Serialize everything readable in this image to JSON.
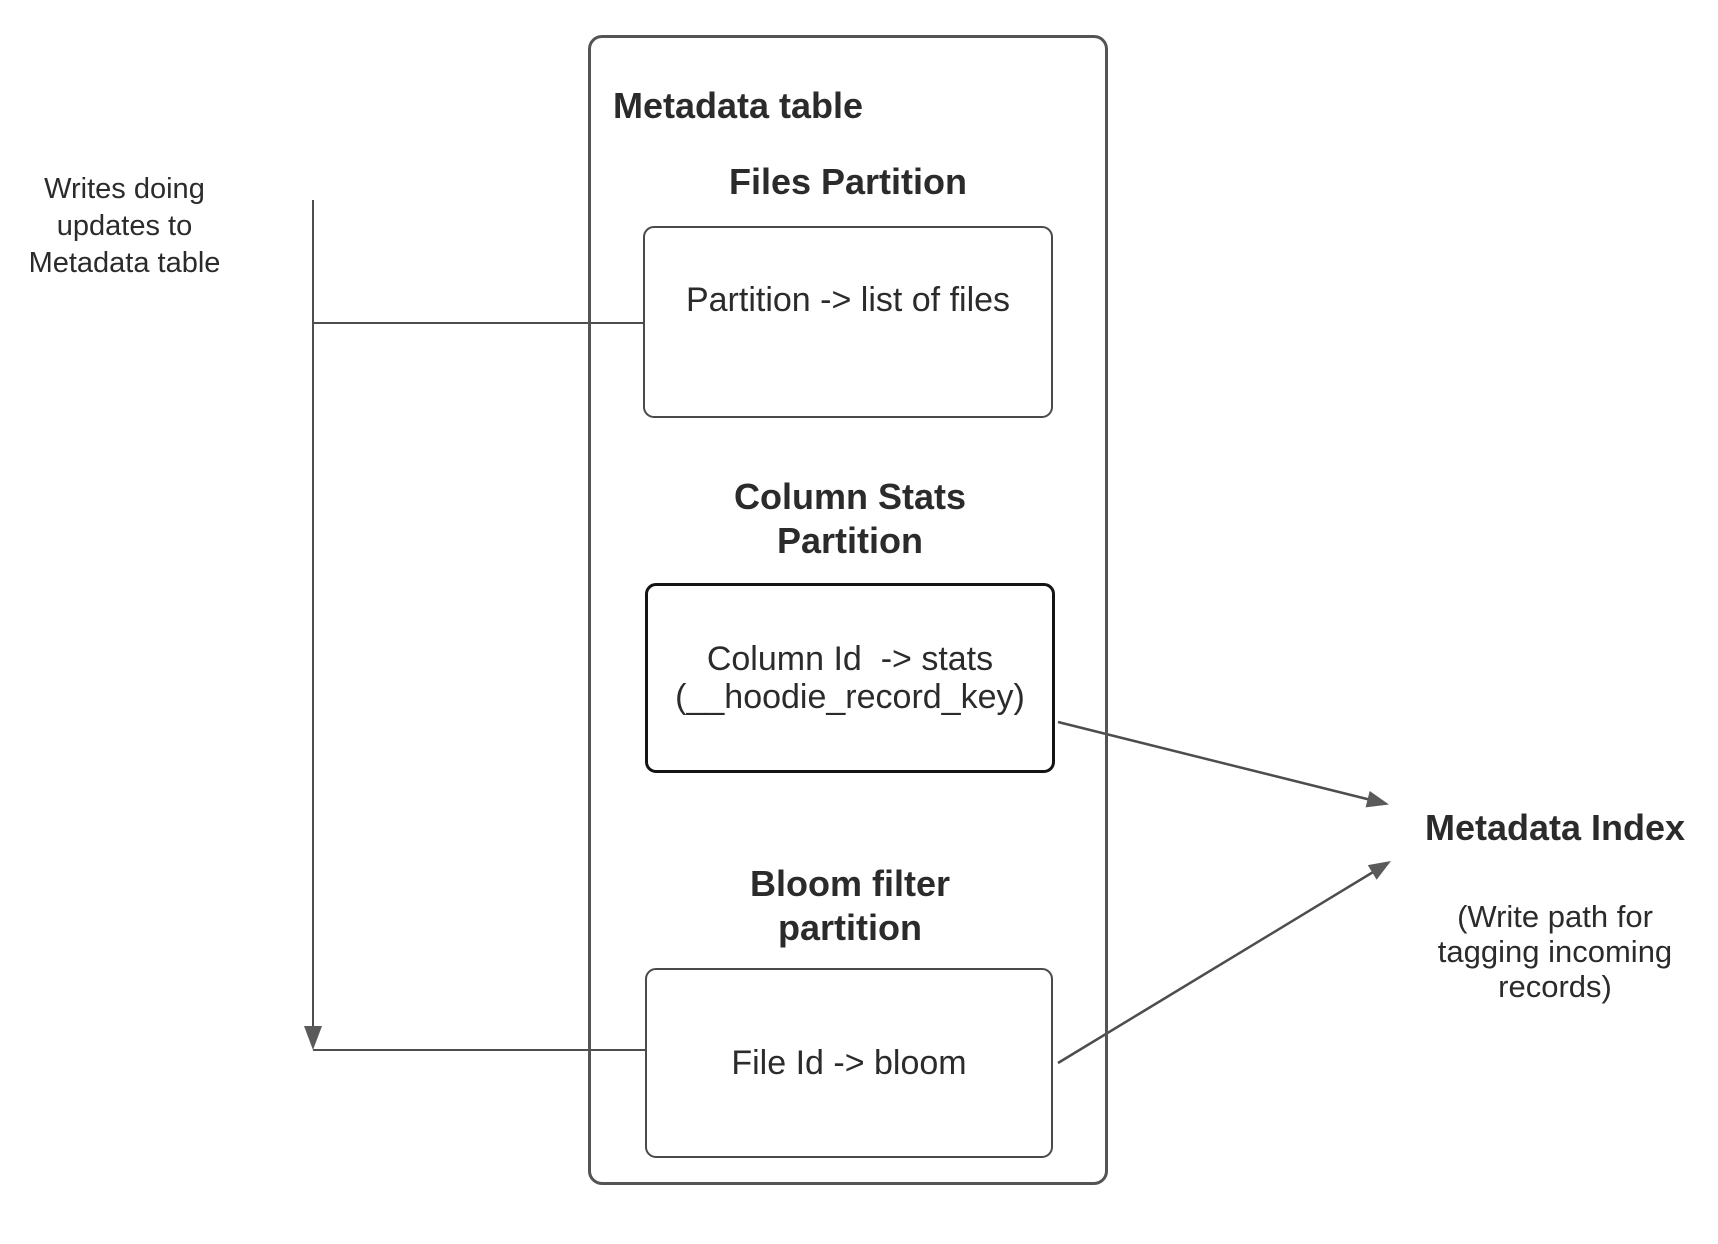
{
  "diagram": {
    "left_note": "Writes doing\nupdates to\nMetadata table",
    "metadata_table": {
      "title": "Metadata table",
      "partitions": [
        {
          "heading": "Files Partition",
          "body": "Partition -> list of files"
        },
        {
          "heading": "Column Stats\nPartition",
          "body": "Column Id  -> stats\n(__hoodie_record_key)"
        },
        {
          "heading": "Bloom filter\npartition",
          "body": "File Id -> bloom"
        }
      ]
    },
    "metadata_index": {
      "title": "Metadata Index",
      "subtitle": "(Write path for\ntagging incoming\nrecords)"
    },
    "colors": {
      "line": "#4d4d4d",
      "arrow_fill": "#5a5a5a",
      "box_border": "#4a4a4a",
      "outer_border": "#545454",
      "stats_border": "#141414",
      "text": "#2b2b2b"
    }
  }
}
